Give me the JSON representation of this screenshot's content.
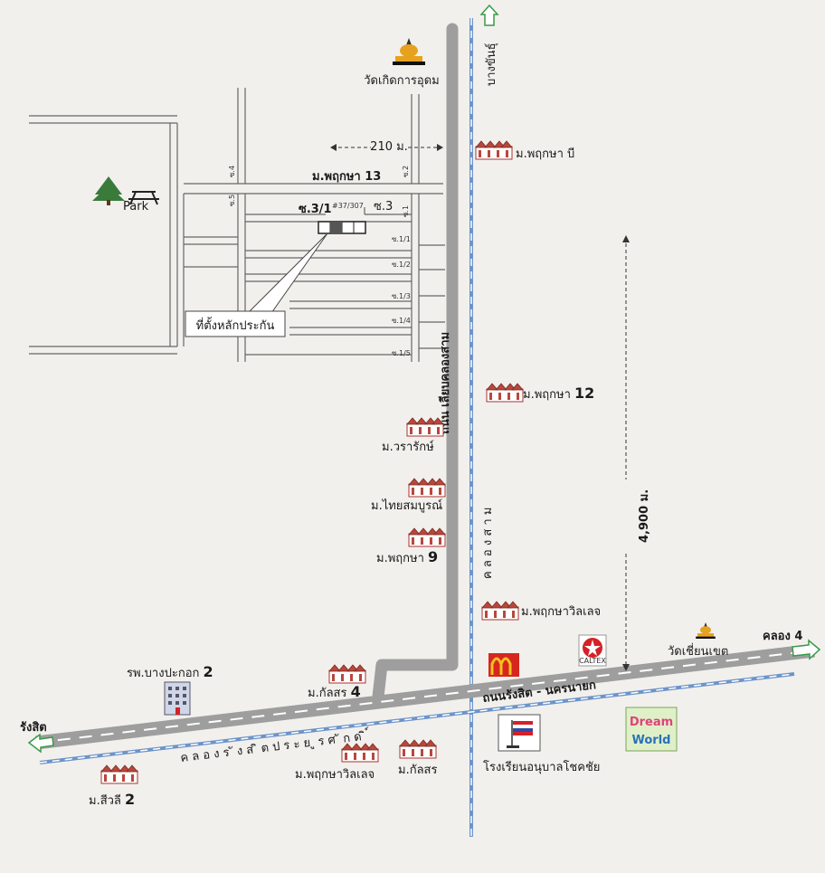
{
  "labels": {
    "temple_top": "วัดเกิดการอุดม",
    "bang_khan": "บางขันธุ์",
    "distance_210": "210 ม.",
    "moo_phruksa_b": "ม.พฤกษา บี",
    "moo_phruksa_13": "ม.พฤกษา 13",
    "park": "Park",
    "soi_3_1": "ซ.3/1",
    "house_no": "#37/307",
    "soi_3": "ซ.3",
    "soi_4": "ซ.4",
    "soi_5": "ซ.5",
    "soi_2": "ซ.2",
    "soi_1": "ซ.1",
    "soi_1_1": "ซ.1/1",
    "soi_1_2": "ซ.1/2",
    "soi_1_3": "ซ.1/3",
    "soi_1_4": "ซ.1/4",
    "soi_1_5": "ซ.1/5",
    "collateral": "ที่ตั้งหลักประกัน",
    "road_khlong_sam": "ถนน เลียบคลองสาม",
    "moo_phruksa_12_name": "ม.พฤกษา",
    "moo_phruksa_12_num": "12",
    "moo_wararak": "ม.วรารักษ์",
    "moo_thai_somboon": "ม.ไทยสมบูรณ์",
    "moo_phruksa_9_name": "ม.พฤกษา",
    "moo_phruksa_9_num": "9",
    "khlong_sam": "ค ล อ ง ส า ม",
    "distance_4900": "4,900 ม.",
    "moo_phruksa_village": "ม.พฤกษาวิลเลจ",
    "caltex": "CALTEX",
    "temple_right": "วัดเชี่ยนเขต",
    "khlong_4": "คลอง 4",
    "hospital_name": "รพ.บางปะกอก",
    "hospital_num": "2",
    "moo_kunsorn_4_name": "ม.กัลสร",
    "moo_kunsorn_4_num": "4",
    "road_rangsit": "ถนนรังสิต - นครนายก",
    "rangsit": "รังสิต",
    "khlong_rangsit": "ค ล อ ง ร ั ง ส ิ ต ป ร ะ ย ู ร ศ ั ก ด ิ ์",
    "moo_phruksa_village_2": "ม.พฤกษาวิลเลจ",
    "moo_kunsorn": "ม.กัลสร",
    "school": "โรงเรียนอนุบาลโชคชัย",
    "moo_siwalee_name": "ม.สีวลี",
    "moo_siwalee_num": "2",
    "dream": "Dream",
    "world": "World"
  },
  "icons": {
    "house": "house-row-icon",
    "temple": "pagoda-icon",
    "tree": "tree-icon",
    "bench": "picnic-table-icon",
    "hospital": "hospital-building-icon",
    "school": "school-flag-icon",
    "mcdonalds": "mcdonalds-logo-icon",
    "caltex": "caltex-logo-icon",
    "dreamworld": "dreamworld-logo-icon",
    "arrow": "direction-arrow-icon"
  },
  "colors": {
    "main_road": "#9e9e9e",
    "canal": "#7fa7d6",
    "house_red": "#b8473c",
    "temple_gold": "#e6a21f",
    "mcd_red": "#d6261f",
    "mcd_yellow": "#f4c21c",
    "caltex_red": "#d62027",
    "arrow_green": "#3a9a4a"
  }
}
